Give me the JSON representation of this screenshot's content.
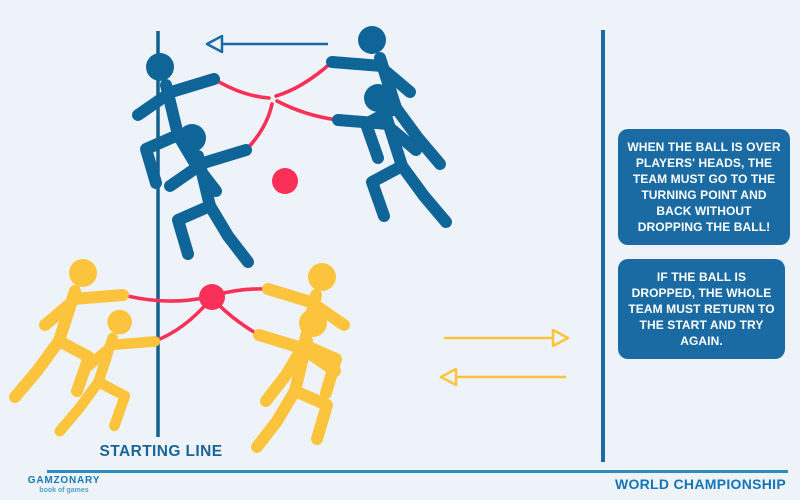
{
  "palette": {
    "background": "#EEF3FA",
    "team_blue": "#0F6597",
    "team_yellow": "#FBC43C",
    "ball_pink": "#F93158",
    "line_blue": "#14608F",
    "box_blue": "#1A6BA3",
    "text_blue": "#1375B5"
  },
  "illustration": {
    "starting_line_label": "STARTING LINE",
    "balls": 2,
    "icons": [
      {
        "name": "blue-turn-arrow-left",
        "direction": "left",
        "color": "#1A6BA3"
      },
      {
        "name": "yellow-go-arrow-right",
        "direction": "right",
        "color": "#FBC43C"
      },
      {
        "name": "yellow-return-arrow-left",
        "direction": "left",
        "color": "#FBC43C"
      }
    ]
  },
  "rules": [
    "WHEN THE BALL IS OVER PLAYERS' HEADS, THE TEAM MUST GO TO THE TURNING POINT AND BACK WITHOUT DROPPING THE BALL!",
    "IF THE BALL IS DROPPED, THE WHOLE TEAM MUST RETURN TO THE START AND TRY AGAIN."
  ],
  "footer": {
    "logo": "GAMZONARY",
    "logo_tagline": "book of games",
    "championship": "WORLD CHAMPIONSHIP"
  }
}
